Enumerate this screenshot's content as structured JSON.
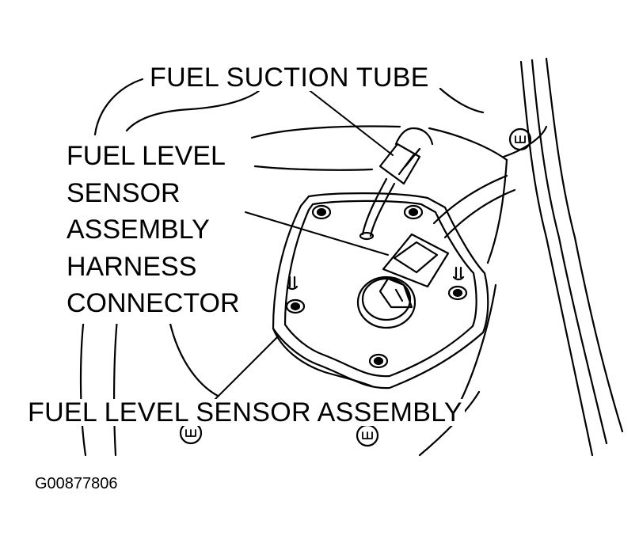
{
  "labels": {
    "fuel_suction_tube": "FUEL SUCTION TUBE",
    "harness_connector_lines": [
      "FUEL LEVEL",
      "SENSOR",
      "ASSEMBLY",
      "HARNESS",
      "CONNECTOR"
    ],
    "fuel_level_sensor_assembly": "FUEL LEVEL SENSOR ASSEMBLY",
    "figure_code": "G00877806"
  },
  "colors": {
    "ink": "#000000",
    "paper": "#ffffff"
  }
}
